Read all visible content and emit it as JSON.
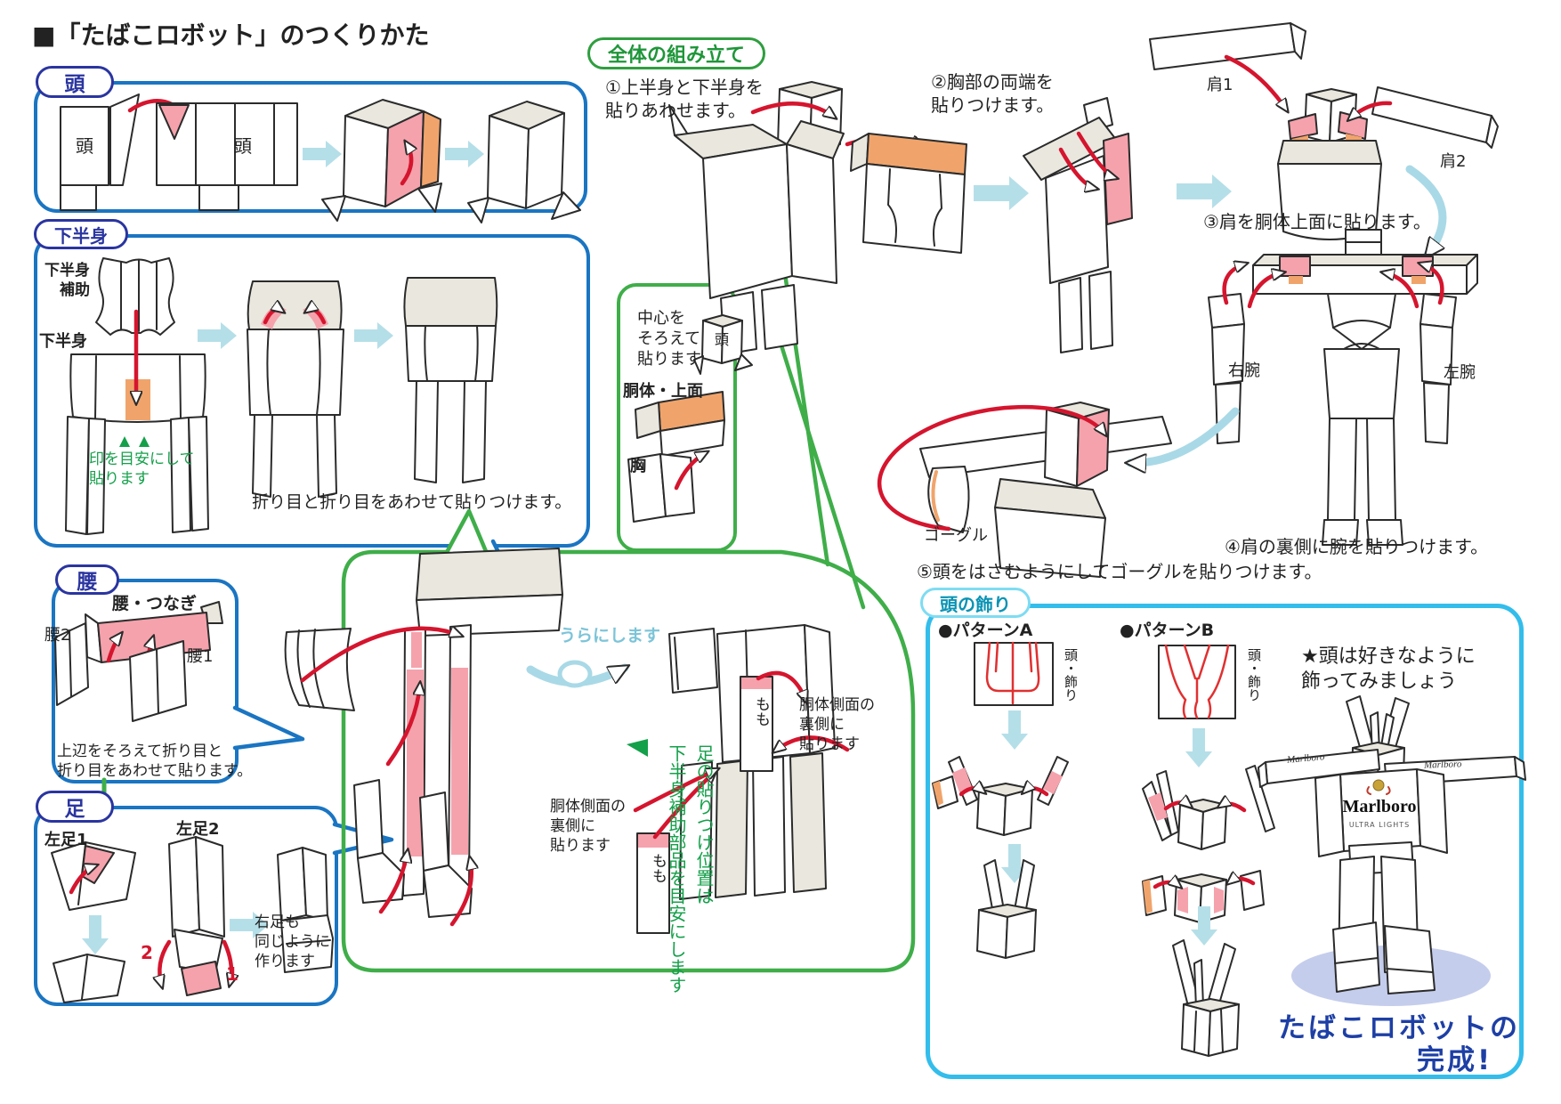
{
  "title": "■「たばこロボット」のつくりかた",
  "colors": {
    "section_border_blue": "#1a75c2",
    "pill_text_blue": "#2a35a0",
    "section_border_green": "#3fae49",
    "section_border_cyan": "#33bdeb",
    "arrow_red": "#d5152e",
    "arrow_pale_blue": "#b5dfe8",
    "glue_pink": "#f5a2ac",
    "glue_orange": "#f0a46b",
    "note_green": "#14a04a",
    "finish_blue": "#1d3fa5",
    "paper_grey": "#e9e7de"
  },
  "head_box": {
    "label": "頭",
    "net1_label": "頭",
    "net2_label": "頭"
  },
  "lower_box": {
    "label": "下半身",
    "aux_label": "下半身\n　補助",
    "main_label": "下半身",
    "mark_note": "印を目安にして\n貼ります",
    "fold_note": "折り目と折り目をあわせて貼りつけます。"
  },
  "waist_box": {
    "label": "腰",
    "tsunagi_label": "腰・つなぎ",
    "piece2_label": "腰2",
    "piece1_label": "腰1",
    "note": "上辺をそろえて折り目と\n折り目をあわせて貼ります。"
  },
  "foot_box": {
    "label": "足",
    "left1_label": "左足1",
    "left2_label": "左足2",
    "num2": "2",
    "num1": "1",
    "note": "右足も\n同じように\n作ります"
  },
  "assembly": {
    "label": "全体の組み立て",
    "step1": "①上半身と下半身を\n貼りあわせます。",
    "step2": "②胸部の両端を\n貼りつけます。",
    "step3": "③肩を胴体上面に貼ります。",
    "step4": "④肩の裏側に腕を貼りつけます。",
    "step5": "⑤頭をはさむようにしてゴーグルを貼りつけます。",
    "shoulder1": "肩1",
    "shoulder2": "肩2",
    "right_arm": "右腕",
    "left_arm": "左腕",
    "goggle": "ゴーグル"
  },
  "center_box": {
    "note": "中心を\nそろえて\n貼ります",
    "head_label": "頭",
    "torso_top_label": "胴体・上面",
    "chest_label": "胸"
  },
  "leg_attach": {
    "flip_note": "うらにします",
    "position_note": "足の貼りつけ位置は\n下半身補助部品を目安にします",
    "momo_left": "もも",
    "momo_right": "もも",
    "side_note_left": "胴体側面の\n裏側に\n貼ります",
    "side_note_right": "胴体側面の\n裏側に\n貼ります"
  },
  "decor_box": {
    "label": "頭の飾り",
    "pattern_a": "●パターンA",
    "pattern_b": "●パターンB",
    "decor_label_a": "頭・飾り",
    "decor_label_b": "頭・飾り",
    "star_note": "★頭は好きなように\n飾ってみましょう",
    "arm_brand_left": "Marlboro",
    "arm_brand_right": "Marlboro",
    "body_brand": "Marlboro",
    "body_brand_sub": "ULTRA LIGHTS",
    "finish_line1": "たばこロボットの",
    "finish_line2": "完成!"
  }
}
